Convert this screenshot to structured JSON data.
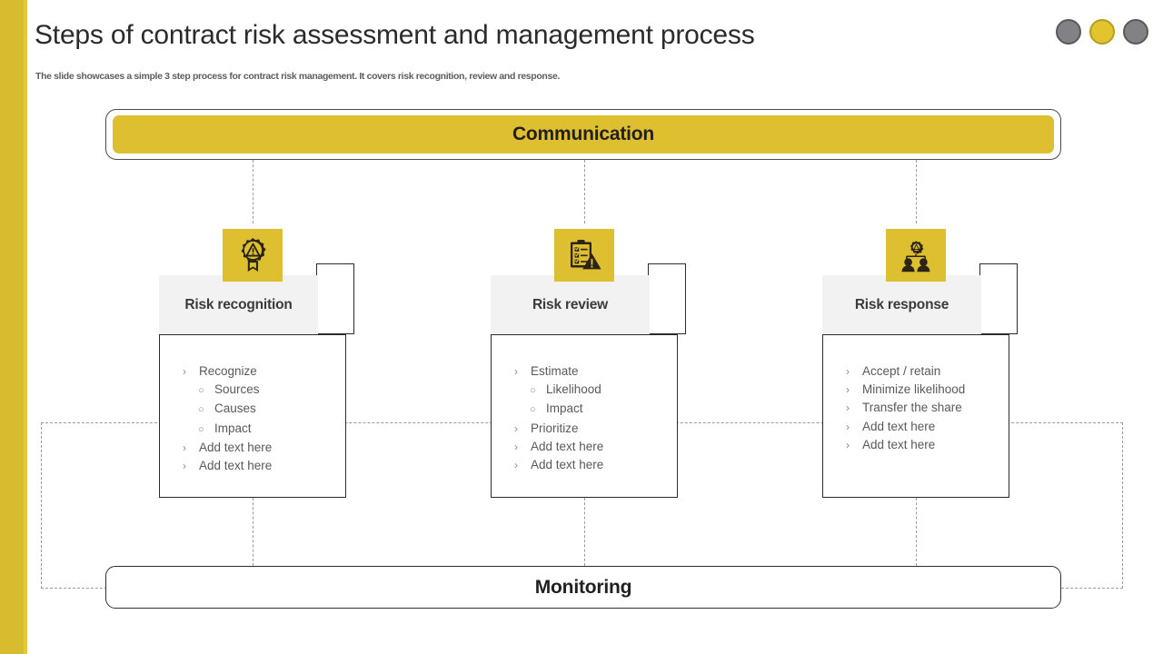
{
  "header": {
    "title": "Steps of contract risk assessment and management process",
    "subtitle": "The slide showcases a simple 3 step process for contract risk management. It covers risk recognition, review and response."
  },
  "decor": {
    "dots": [
      "gray",
      "yellow",
      "gray"
    ],
    "accent_color": "#d9bc2e",
    "banner_color": "#ddbf2f",
    "label_bg": "#f2f2f2",
    "text_color": "#595959"
  },
  "top_banner": {
    "label": "Communication"
  },
  "bottom_banner": {
    "label": "Monitoring"
  },
  "columns": [
    {
      "icon": "award-warning-icon",
      "label": "Risk recognition",
      "bullets": [
        {
          "level": 1,
          "text": "Recognize"
        },
        {
          "level": 2,
          "text": "Sources"
        },
        {
          "level": 2,
          "text": "Causes"
        },
        {
          "level": 2,
          "text": "Impact"
        },
        {
          "level": 1,
          "text": "Add text here"
        },
        {
          "level": 1,
          "text": "Add text here"
        }
      ]
    },
    {
      "icon": "clipboard-warning-icon",
      "label": "Risk review",
      "bullets": [
        {
          "level": 1,
          "text": "Estimate"
        },
        {
          "level": 2,
          "text": "Likelihood"
        },
        {
          "level": 2,
          "text": "Impact"
        },
        {
          "level": 1,
          "text": "Prioritize"
        },
        {
          "level": 1,
          "text": "Add text here"
        },
        {
          "level": 1,
          "text": "Add text here"
        }
      ]
    },
    {
      "icon": "people-gear-icon",
      "label": "Risk response",
      "bullets": [
        {
          "level": 1,
          "text": "Accept / retain"
        },
        {
          "level": 1,
          "text": "Minimize likelihood"
        },
        {
          "level": 1,
          "text": "Transfer the share"
        },
        {
          "level": 1,
          "text": "Add text here"
        },
        {
          "level": 1,
          "text": "Add text here"
        }
      ]
    }
  ],
  "bullet_marks": {
    "level1": "›",
    "level2": "○"
  }
}
